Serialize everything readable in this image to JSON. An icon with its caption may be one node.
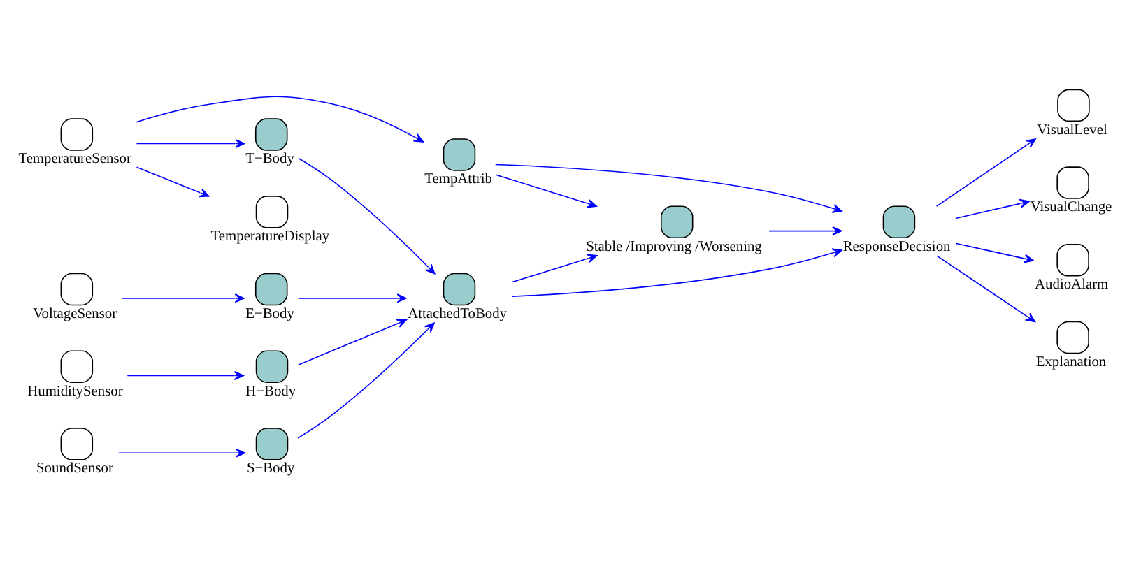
{
  "diagram": {
    "nodes": [
      {
        "text": [
          "TemperatureSensor"
        ]
      },
      {
        "text": [
          "VoltageSensor"
        ]
      },
      {
        "text": [
          "HumiditySensor"
        ]
      },
      {
        "text": [
          "SoundSensor"
        ]
      },
      {
        "text": [
          "TempAttrib"
        ]
      },
      {
        "text": [
          "T−Body"
        ]
      },
      {
        "text": [
          "E−Body"
        ]
      },
      {
        "text": [
          "H−Body"
        ]
      },
      {
        "text": [
          "S−Body"
        ]
      },
      {
        "text": [
          "TemperatureDisplay"
        ]
      },
      {
        "text": [
          "AttachedToBody"
        ]
      },
      {
        "text": [
          "Stable /Improving /Worsening"
        ]
      },
      {
        "text": [
          "ResponseDecision"
        ]
      },
      {
        "text": [
          "VisualLevel"
        ]
      },
      {
        "text": [
          "VisualChange"
        ]
      },
      {
        "text": [
          "AudioAlarm"
        ]
      },
      {
        "text": [
          "Explanation"
        ]
      }
    ],
    "edges": [
      {
        "from": 0,
        "to": 9,
        "arrow": "to"
      },
      {
        "from": 0,
        "to": 4,
        "arrow": "to"
      },
      {
        "from": 0,
        "to": 5,
        "arrow": "to"
      },
      {
        "from": 1,
        "to": 6,
        "arrow": "to"
      },
      {
        "from": 2,
        "to": 7,
        "arrow": "to"
      },
      {
        "from": 3,
        "to": 8,
        "arrow": "to"
      },
      {
        "from": 4,
        "to": 12,
        "arrow": "to"
      },
      {
        "from": 4,
        "to": 11,
        "arrow": "to"
      },
      {
        "from": 5,
        "to": 10,
        "arrow": "to"
      },
      {
        "from": 6,
        "to": 10,
        "arrow": "to"
      },
      {
        "from": 7,
        "to": 10,
        "arrow": "to"
      },
      {
        "from": 8,
        "to": 10,
        "arrow": "to"
      },
      {
        "from": 10,
        "to": 12,
        "arrow": "to"
      },
      {
        "from": 10,
        "to": 11,
        "arrow": "to"
      },
      {
        "from": 11,
        "to": 12,
        "arrow": "to"
      },
      {
        "from": 12,
        "to": 13,
        "arrow": "to"
      },
      {
        "from": 12,
        "to": 14,
        "arrow": "to"
      },
      {
        "from": 12,
        "to": 15,
        "arrow": "to"
      },
      {
        "from": 12,
        "to": 16,
        "arrow": "to"
      }
    ]
  }
}
